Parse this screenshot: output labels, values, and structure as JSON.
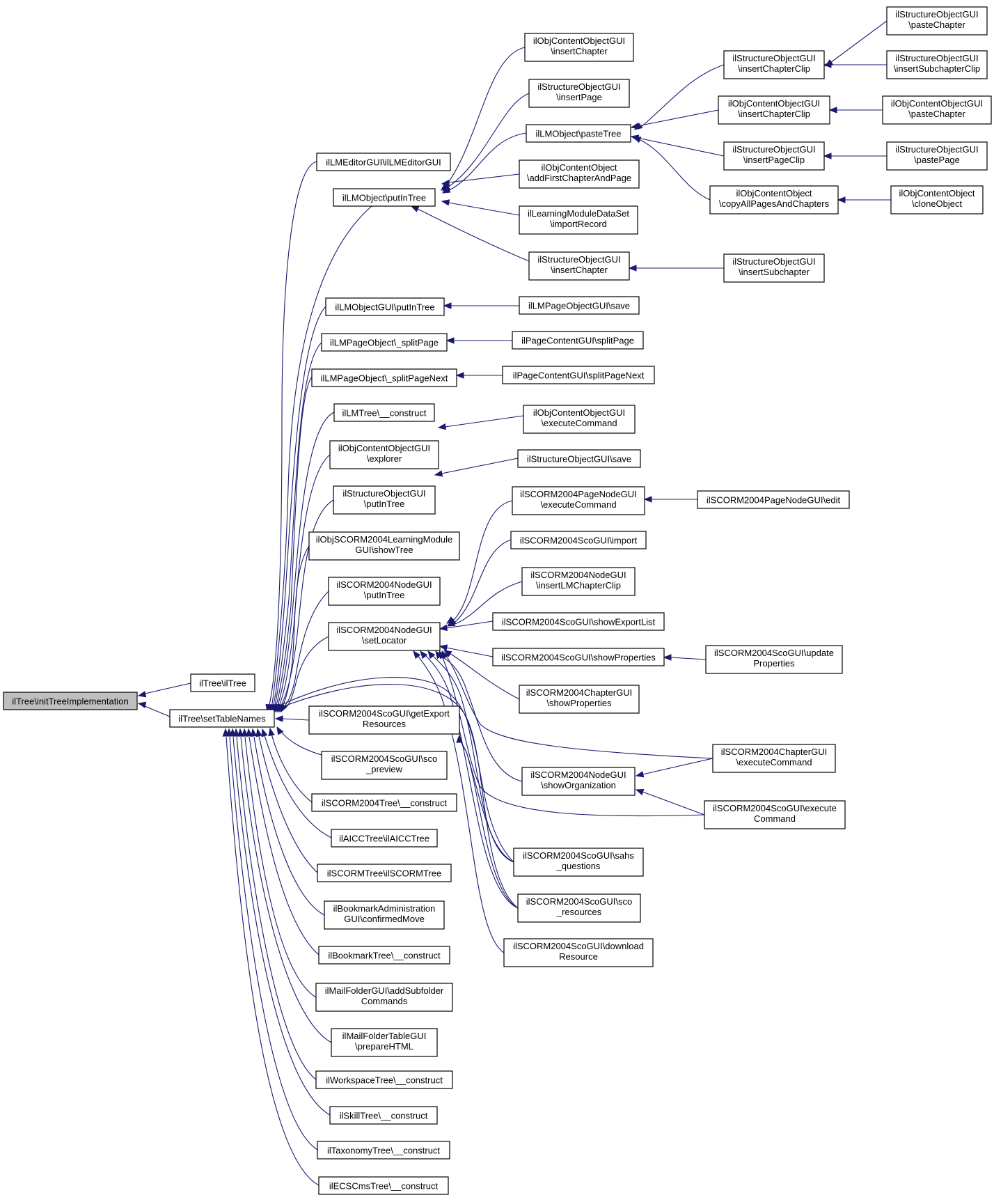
{
  "nodes": {
    "n_root": [
      "ilTree\\initTreeImplementation"
    ],
    "n_iltree": [
      "ilTree\\ilTree"
    ],
    "n_settable": [
      "ilTree\\setTableNames"
    ],
    "n_lmeditor": [
      "ilLMEditorGUI\\ilLMEditorGUI"
    ],
    "n_putintree": [
      "ilLMObject\\putInTree"
    ],
    "n_lmobjgui_put": [
      "ilLMObjectGUI\\putInTree"
    ],
    "n_splitpage": [
      "ilLMPageObject\\_splitPage"
    ],
    "n_splitpagenext": [
      "ilLMPageObject\\_splitPageNext"
    ],
    "n_lmtree": [
      "ilLMTree\\__construct"
    ],
    "n_explorer": [
      "ilObjContentObjectGUI",
      "\\explorer"
    ],
    "n_sog_put": [
      "ilStructureObjectGUI",
      "\\putInTree"
    ],
    "n_scormlm": [
      "ilObjSCORM2004LearningModule",
      "GUI\\showTree"
    ],
    "n_nodegui_put": [
      "ilSCORM2004NodeGUI",
      "\\putInTree"
    ],
    "n_setlocator": [
      "ilSCORM2004NodeGUI",
      "\\setLocator"
    ],
    "n_getexport": [
      "ilSCORM2004ScoGUI\\getExport",
      "Resources"
    ],
    "n_scopreview": [
      "ilSCORM2004ScoGUI\\sco",
      "_preview"
    ],
    "n_scormtree": [
      "ilSCORM2004Tree\\__construct"
    ],
    "n_aicc": [
      "ilAICCTree\\ilAICCTree"
    ],
    "n_scormtree2": [
      "ilSCORMTree\\ilSCORMTree"
    ],
    "n_bmadmin": [
      "ilBookmarkAdministration",
      "GUI\\confirmedMove"
    ],
    "n_bmtree": [
      "ilBookmarkTree\\__construct"
    ],
    "n_mailadd": [
      "ilMailFolderGUI\\addSubfolder",
      "Commands"
    ],
    "n_mailprep": [
      "ilMailFolderTableGUI",
      "\\prepareHTML"
    ],
    "n_workspace": [
      "ilWorkspaceTree\\__construct"
    ],
    "n_skill": [
      "ilSkillTree\\__construct"
    ],
    "n_taxonomy": [
      "ilTaxonomyTree\\__construct"
    ],
    "n_ecs": [
      "ilECSCmsTree\\__construct"
    ],
    "n_ocog_insch": [
      "ilObjContentObjectGUI",
      "\\insertChapter"
    ],
    "n_sog_inspage": [
      "ilStructureObjectGUI",
      "\\insertPage"
    ],
    "n_pastetree": [
      "ilLMObject\\pasteTree"
    ],
    "n_addfirst": [
      "ilObjContentObject",
      "\\addFirstChapterAndPage"
    ],
    "n_importrec": [
      "ilLearningModuleDataSet",
      "\\importRecord"
    ],
    "n_sog_insch": [
      "ilStructureObjectGUI",
      "\\insertChapter"
    ],
    "n_lmpog_save": [
      "ilLMPageObjectGUI\\save"
    ],
    "n_pcg_split": [
      "ilPageContentGUI\\splitPage"
    ],
    "n_pcg_splitnext": [
      "ilPageContentGUI\\splitPageNext"
    ],
    "n_ocog_exec": [
      "ilObjContentObjectGUI",
      "\\executeCommand"
    ],
    "n_sog_save": [
      "ilStructureObjectGUI\\save"
    ],
    "n_pagenode_exec": [
      "ilSCORM2004PageNodeGUI",
      "\\executeCommand"
    ],
    "n_sco_import": [
      "ilSCORM2004ScoGUI\\import"
    ],
    "n_node_inslm": [
      "ilSCORM2004NodeGUI",
      "\\insertLMChapterClip"
    ],
    "n_sco_exportlist": [
      "ilSCORM2004ScoGUI\\showExportList"
    ],
    "n_sco_showprops": [
      "ilSCORM2004ScoGUI\\showProperties"
    ],
    "n_chap_showprops": [
      "ilSCORM2004ChapterGUI",
      "\\showProperties"
    ],
    "n_node_showorg": [
      "ilSCORM2004NodeGUI",
      "\\showOrganization"
    ],
    "n_sco_sahs": [
      "ilSCORM2004ScoGUI\\sahs",
      "_questions"
    ],
    "n_sco_res": [
      "ilSCORM2004ScoGUI\\sco",
      "_resources"
    ],
    "n_sco_download": [
      "ilSCORM2004ScoGUI\\download",
      "Resource"
    ],
    "n_sog_inschclip": [
      "ilStructureObjectGUI",
      "\\insertChapterClip"
    ],
    "n_ocog_inschclip": [
      "ilObjContentObjectGUI",
      "\\insertChapterClip"
    ],
    "n_sog_inspageclip": [
      "ilStructureObjectGUI",
      "\\insertPageClip"
    ],
    "n_oco_copyall": [
      "ilObjContentObject",
      "\\copyAllPagesAndChapters"
    ],
    "n_sog_inssubch": [
      "ilStructureObjectGUI",
      "\\insertSubchapter"
    ],
    "n_pagenode_edit": [
      "ilSCORM2004PageNodeGUI\\edit"
    ],
    "n_sco_updprops": [
      "ilSCORM2004ScoGUI\\update",
      "Properties"
    ],
    "n_chap_exec": [
      "ilSCORM2004ChapterGUI",
      "\\executeCommand"
    ],
    "n_sco_exec": [
      "ilSCORM2004ScoGUI\\execute",
      "Command"
    ],
    "n_sog_pastech": [
      "ilStructureObjectGUI",
      "\\pasteChapter"
    ],
    "n_sog_inssubclip": [
      "ilStructureObjectGUI",
      "\\insertSubchapterClip"
    ],
    "n_ocog_pastech": [
      "ilObjContentObjectGUI",
      "\\pasteChapter"
    ],
    "n_sog_pastepage": [
      "ilStructureObjectGUI",
      "\\pastePage"
    ],
    "n_oco_clone": [
      "ilObjContentObject",
      "\\cloneObject"
    ]
  },
  "colors": {
    "edge": "#191970",
    "node_border": "#000000",
    "node_fill": "#ffffff",
    "root_fill": "#bfbfbf"
  }
}
